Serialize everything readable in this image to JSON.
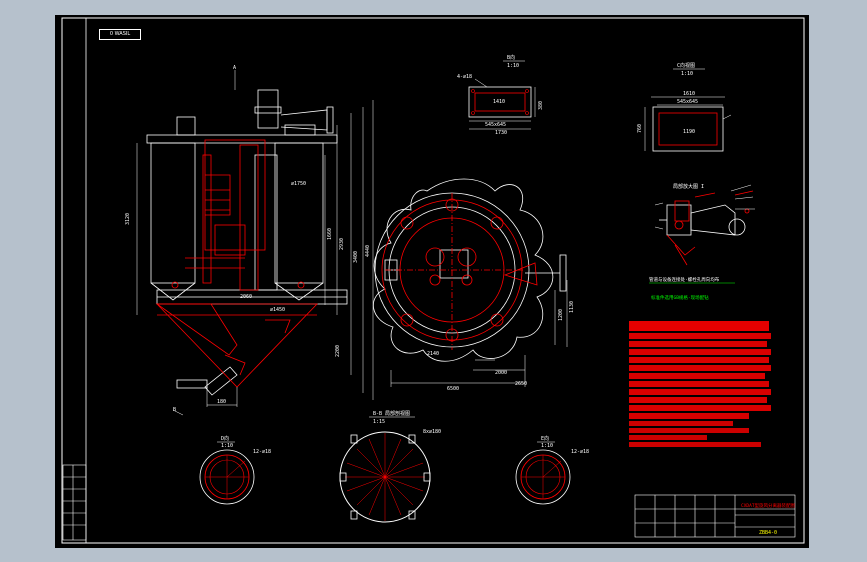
{
  "drawing": {
    "tag_label": "0 WASIL",
    "colors": {
      "background": "#b6c1cc",
      "paper": "#000000",
      "frame": "#ffffff",
      "red": "#ff0000",
      "green": "#00ff00",
      "yellow": "#ffff00"
    },
    "dims": {
      "front_left": "3120",
      "front_h1": "1660",
      "front_h2": "2930",
      "front_h3": "3400",
      "front_total": "4440",
      "front_base": "2060",
      "front_dia": "∅1750",
      "front_bottom": "2200",
      "front_bw": "∅1450",
      "bottom_w": "180",
      "plan_w": "6500",
      "plan_h": "1130",
      "plan_a": "2650",
      "plan_b": "2000",
      "plan_c": "1200",
      "plan_rad": "2140",
      "d_rect_top": "1410",
      "d_rect_mid": "545x645",
      "d_rect_side": "380",
      "d_rect_bottom": "1730",
      "d_rect_note": "4-∅18",
      "r_rect_top": "1610",
      "r_rect_mid": "545x645",
      "r_rect_side": "760",
      "r_rect_body": "1190",
      "circle_left_note": "12-∅18",
      "circle_right_note": "12-∅18",
      "circle_mid_note": "8x∅180"
    },
    "views": {
      "d_view": "B向",
      "d_scale": "1:10",
      "r_view": "C向视图",
      "r_scale": "1:10",
      "c1_view": "D向",
      "c1_scale": "1:10",
      "c2_view": "B-B 局部剖视图",
      "c2_scale": "1:15",
      "c3_view": "E向",
      "c3_scale": "1:10",
      "detail_view": "局部放大图 I",
      "section_a": "A",
      "section_b": "B",
      "arrow_a": "A"
    },
    "green_notes": {
      "n1": "管道与设备连接处·螺栓孔周向均布",
      "n2": "标准件选用GB规格·现场配钻"
    },
    "title_block": {
      "title": "CXDAT型旋风分离器装配图",
      "drawing_no": "ZBB4-0"
    }
  }
}
